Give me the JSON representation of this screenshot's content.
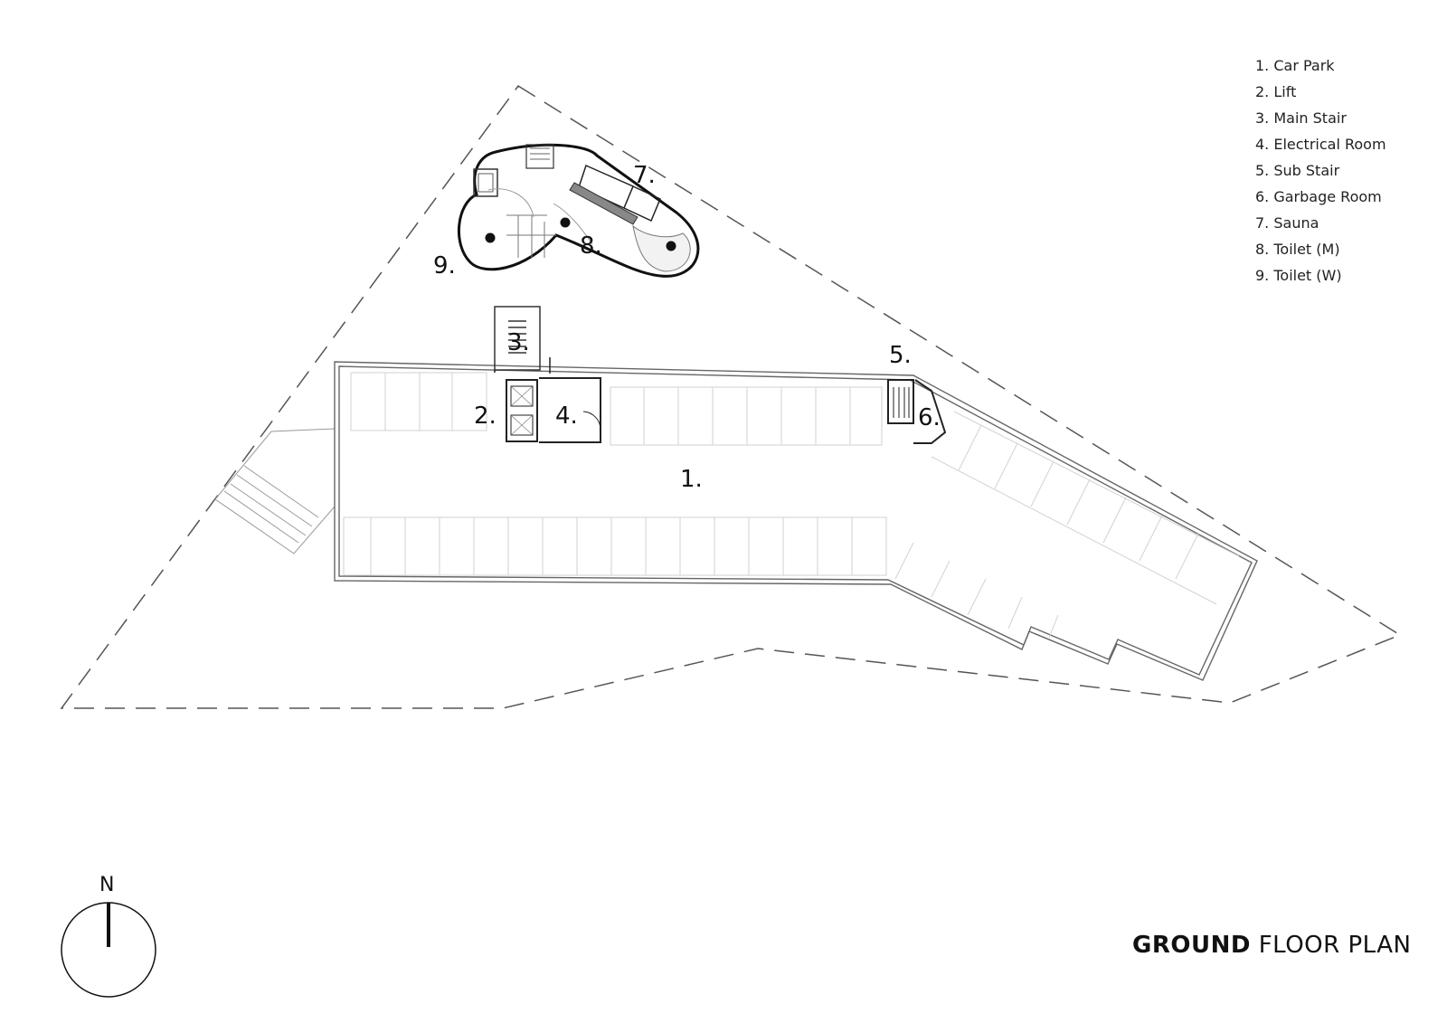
{
  "legend": {
    "items": [
      "1. Car Park",
      "2. Lift",
      "3. Main Stair",
      "4. Electrical Room",
      "5. Sub Stair",
      "6. Garbage Room",
      "7. Sauna",
      "8. Toilet (M)",
      "9. Toilet (W)"
    ]
  },
  "plan_labels": [
    "1.",
    "2.",
    "3.",
    "4.",
    "5.",
    "6.",
    "7.",
    "8.",
    "9."
  ],
  "compass": {
    "north": "N"
  },
  "title": {
    "bold": "GROUND",
    "rest": "FLOOR PLAN"
  },
  "colors": {
    "line": "#111111",
    "light_line": "#cccccc",
    "background": "#ffffff"
  }
}
